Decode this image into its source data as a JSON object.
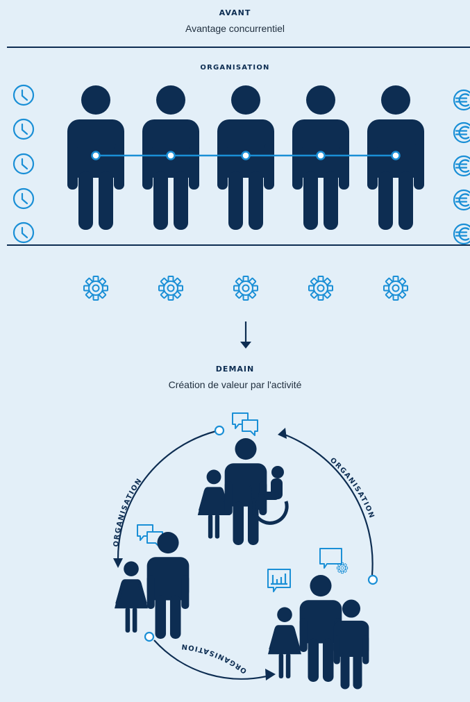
{
  "before": {
    "title": "AVANT",
    "subtitle": "Avantage concurrentiel",
    "band_label": "ORGANISATION"
  },
  "after": {
    "title": "DEMAIN",
    "subtitle": "Création de valeur par l'activité",
    "arc_label": "ORGANISATION"
  },
  "colors": {
    "navy": "#0d2d52",
    "accent": "#1a8fd6",
    "background": "#e3eff8"
  },
  "icons": {
    "left_column": "clock-icon",
    "right_column": "euro-icon",
    "bottom_row": "gear-icon",
    "transition": "arrow-down-icon",
    "speech": "speech-bubbles-icon",
    "chart": "chart-bubble-icon",
    "gear_bubble": "gear-bubble-icon"
  }
}
